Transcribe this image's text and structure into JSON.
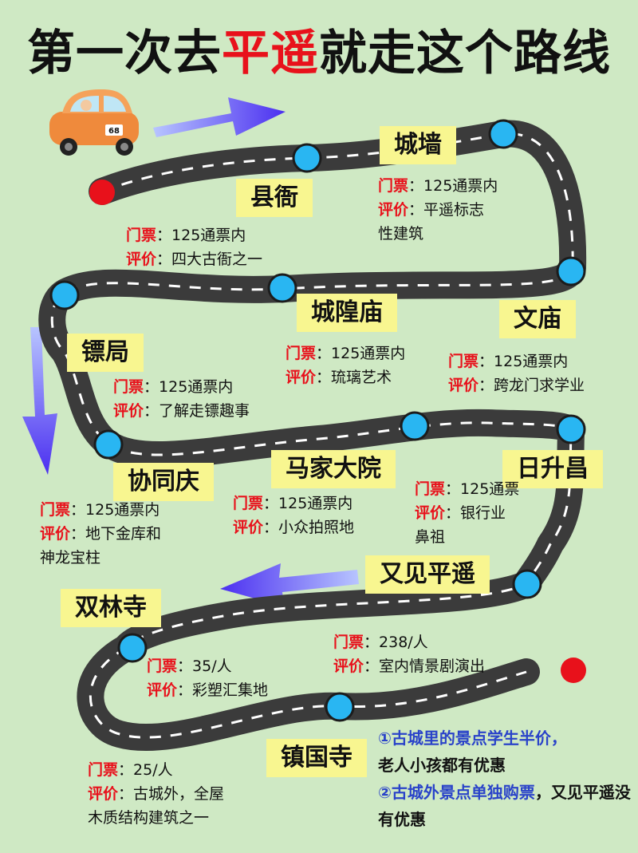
{
  "title": {
    "part1": "第一次去",
    "highlight": "平遥",
    "part2": "就走这个路线"
  },
  "car_number": "68",
  "stops": [
    {
      "id": "xianya",
      "name": "县衙",
      "ticket_key": "门票",
      "ticket": "125通票内",
      "review_key": "评价",
      "review": "四大古衙之一",
      "review_cont": ""
    },
    {
      "id": "chengqiang",
      "name": "城墙",
      "ticket_key": "门票",
      "ticket": "125通票内",
      "review_key": "评价",
      "review": "平遥标志",
      "review_cont": "性建筑"
    },
    {
      "id": "chenghuangmiao",
      "name": "城隍庙",
      "ticket_key": "门票",
      "ticket": "125通票内",
      "review_key": "评价",
      "review": "琉璃艺术",
      "review_cont": ""
    },
    {
      "id": "wenmiao",
      "name": "文庙",
      "ticket_key": "门票",
      "ticket": "125通票内",
      "review_key": "评价",
      "review": "跨龙门求学业",
      "review_cont": ""
    },
    {
      "id": "biaoju",
      "name": "镖局",
      "ticket_key": "门票",
      "ticket": "125通票内",
      "review_key": "评价",
      "review": "了解走镖趣事",
      "review_cont": ""
    },
    {
      "id": "xietongqing",
      "name": "协同庆",
      "ticket_key": "门票",
      "ticket": "125通票内",
      "review_key": "评价",
      "review": "地下金库和",
      "review_cont": "神龙宝柱"
    },
    {
      "id": "majiadayuan",
      "name": "马家大院",
      "ticket_key": "门票",
      "ticket": "125通票内",
      "review_key": "评价",
      "review": "小众拍照地",
      "review_cont": ""
    },
    {
      "id": "rishengchang",
      "name": "日升昌",
      "ticket_key": "门票",
      "ticket": "125通票",
      "review_key": "评价",
      "review": "银行业",
      "review_cont": "鼻祖"
    },
    {
      "id": "youjianpingyao",
      "name": "又见平遥",
      "ticket_key": "门票",
      "ticket": "238/人",
      "review_key": "评价",
      "review": "室内情景剧演出",
      "review_cont": ""
    },
    {
      "id": "shuanglinsi",
      "name": "双林寺",
      "ticket_key": "门票",
      "ticket": "35/人",
      "review_key": "评价",
      "review": "彩塑汇集地",
      "review_cont": ""
    },
    {
      "id": "zhenguosi",
      "name": "镇国寺",
      "ticket_key": "门票",
      "ticket": "25/人",
      "review_key": "评价",
      "review": "古城外，全屋",
      "review_cont": "木质结构建筑之一"
    }
  ],
  "notes": {
    "n1_blue": "①古城里的景点学生半价，",
    "n1_black": "老人小孩都有优惠",
    "n2_blue": "②古城外景点单独购票",
    "n2_black": "，又见平遥没有优惠"
  },
  "colors": {
    "background": "#cfe9c4",
    "road": "#3b3b3b",
    "stop": "#29b6f2",
    "endpoint": "#e8111b",
    "label_bg": "#f8f690",
    "arrow": "#5b3cf0",
    "accent_red": "#e8111b",
    "accent_blue": "#2a43c9"
  }
}
